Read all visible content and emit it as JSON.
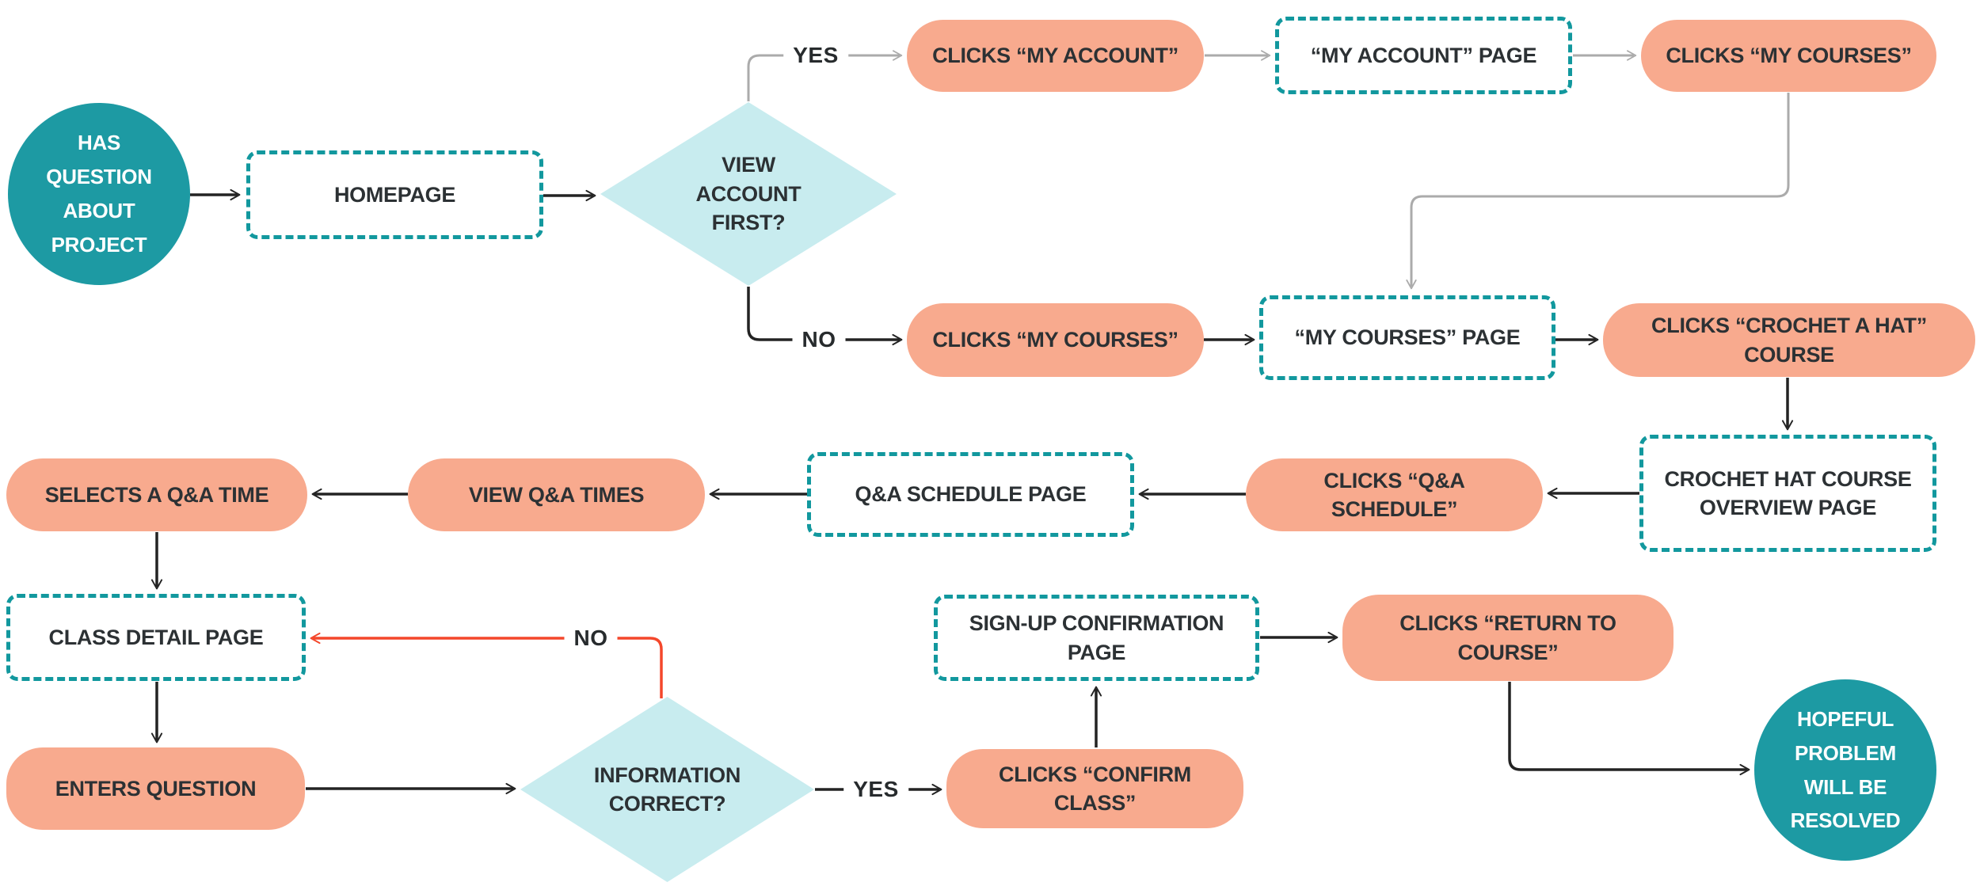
{
  "diagram": {
    "type": "flowchart",
    "description": "User flow for asking a question about a crochet project via course Q&A sign-up"
  },
  "colors": {
    "start_end_fill": "#1d9aa3",
    "action_fill": "#f8aa8e",
    "page_border": "#12989e",
    "decision_fill": "#c8ecef",
    "text_dark": "#2c3134",
    "text_light": "#ffffff",
    "edge_black": "#232323",
    "edge_gray": "#ababab",
    "edge_red": "#f4472b"
  },
  "nodes": [
    {
      "id": "start",
      "type": "start-end",
      "label": "HAS QUESTION ABOUT PROJECT"
    },
    {
      "id": "homepage",
      "type": "page",
      "label": "HOMEPAGE"
    },
    {
      "id": "view-account-first",
      "type": "decision",
      "label": "VIEW ACCOUNT FIRST?"
    },
    {
      "id": "clicks-my-account",
      "type": "action",
      "label": "CLICKS “MY ACCOUNT”"
    },
    {
      "id": "my-account-page",
      "type": "page",
      "label": "“MY ACCOUNT” PAGE"
    },
    {
      "id": "clicks-my-courses-top",
      "type": "action",
      "label": "CLICKS “MY COURSES”"
    },
    {
      "id": "clicks-my-courses",
      "type": "action",
      "label": "CLICKS “MY COURSES”"
    },
    {
      "id": "my-courses-page",
      "type": "page",
      "label": "“MY COURSES” PAGE"
    },
    {
      "id": "clicks-crochet-a-hat-course",
      "type": "action",
      "label": "CLICKS “CROCHET A HAT” COURSE"
    },
    {
      "id": "crochet-hat-course-overview-page",
      "type": "page",
      "label": "CROCHET HAT COURSE OVERVIEW PAGE"
    },
    {
      "id": "clicks-qa-schedule",
      "type": "action",
      "label": "CLICKS “Q&A SCHEDULE”"
    },
    {
      "id": "qa-schedule-page",
      "type": "page",
      "label": "Q&A SCHEDULE PAGE"
    },
    {
      "id": "view-qa-times",
      "type": "action",
      "label": "VIEW Q&A TIMES"
    },
    {
      "id": "selects-a-qa-time",
      "type": "action",
      "label": "SELECTS A Q&A TIME"
    },
    {
      "id": "class-detail-page",
      "type": "page",
      "label": "CLASS DETAIL PAGE"
    },
    {
      "id": "enters-question",
      "type": "action",
      "label": "ENTERS QUESTION"
    },
    {
      "id": "information-correct",
      "type": "decision",
      "label": "INFORMATION CORRECT?"
    },
    {
      "id": "clicks-confirm-class",
      "type": "action",
      "label": "CLICKS “CONFIRM CLASS”"
    },
    {
      "id": "signup-confirmation-page",
      "type": "page",
      "label": "SIGN-UP CONFIRMATION PAGE"
    },
    {
      "id": "clicks-return-to-course",
      "type": "action",
      "label": "CLICKS “RETURN TO COURSE”"
    },
    {
      "id": "end",
      "type": "start-end",
      "label": "HOPEFUL PROBLEM WILL BE RESOLVED"
    }
  ],
  "edge_labels": {
    "yes_account": "YES",
    "no_account": "NO",
    "no_information": "NO",
    "yes_information": "YES"
  }
}
